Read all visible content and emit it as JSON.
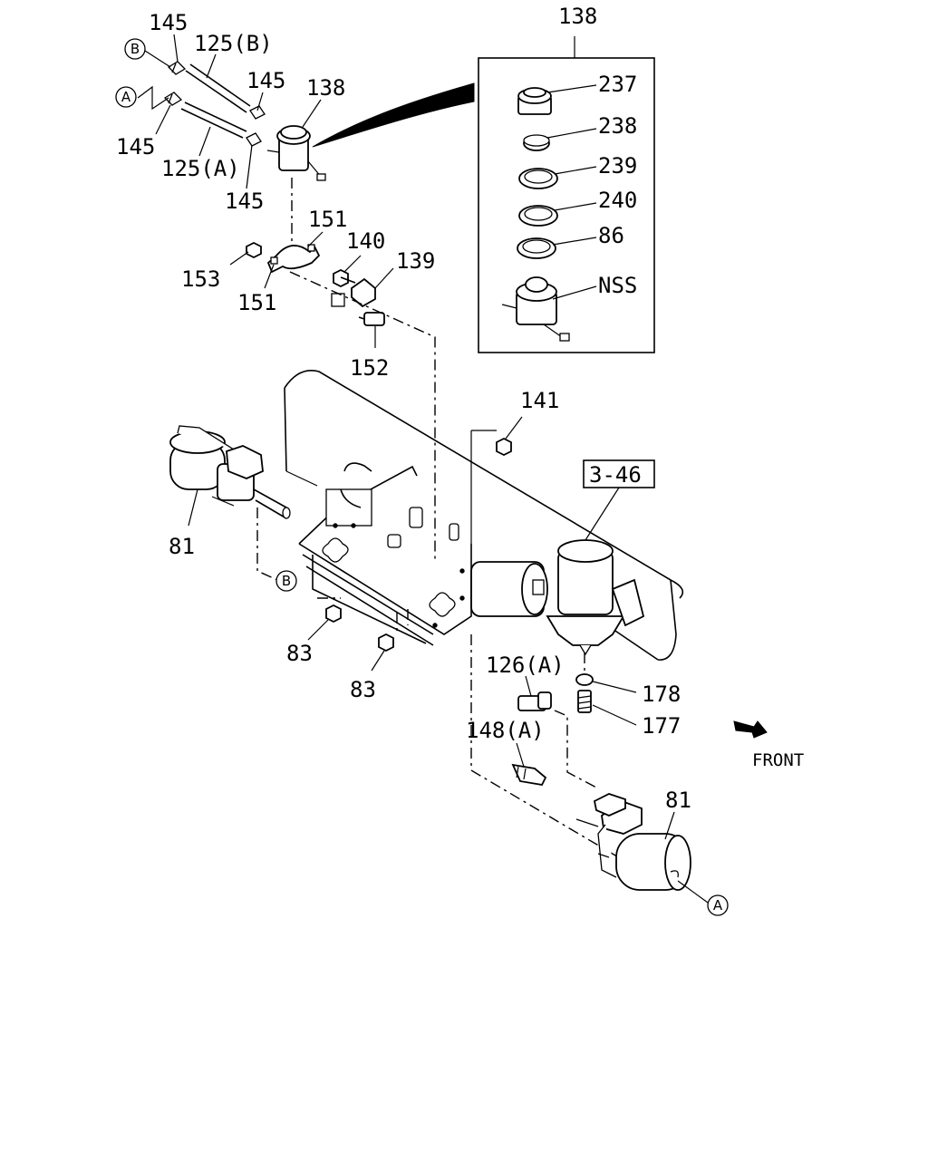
{
  "labels": {
    "p145_top": "145",
    "p125b": "125(B)",
    "p145_mid": "145",
    "p138_small": "138",
    "p145_left": "145",
    "p125a": "125(A)",
    "p145_bottom": "145",
    "p151_top": "151",
    "p140": "140",
    "p139": "139",
    "p153": "153",
    "p151_bottom": "151",
    "p152": "152",
    "p138_detail": "138",
    "p237": "237",
    "p238": "238",
    "p239": "239",
    "p240": "240",
    "p86": "86",
    "nss": "NSS",
    "p141": "141",
    "ref_3_46": "3-46",
    "p81_left": "81",
    "p83_a": "83",
    "p83_b": "83",
    "p126a": "126(A)",
    "p178": "178",
    "p177": "177",
    "p148a": "148(A)",
    "front": "FRONT",
    "p81_right": "81",
    "circ_a_top": "A",
    "circ_b_top": "B",
    "circ_b_mid": "B",
    "circ_a_bottom": "A"
  }
}
